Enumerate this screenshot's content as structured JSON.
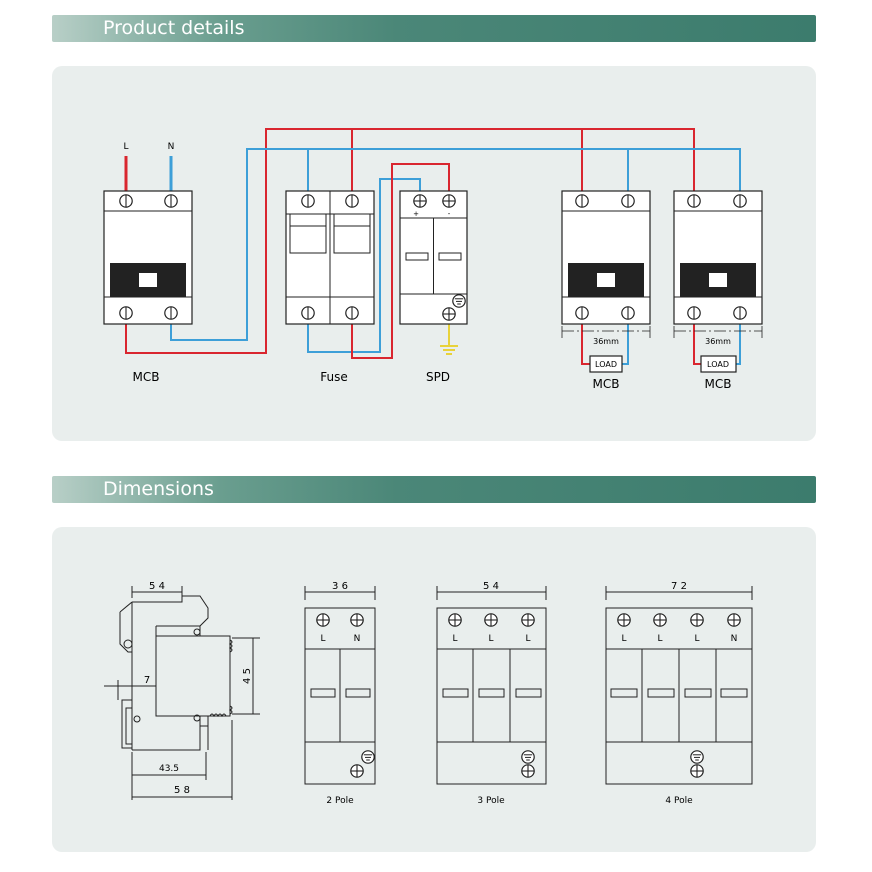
{
  "sections": {
    "product_details": "Product details",
    "dimensions": "Dimensions"
  },
  "wiring": {
    "terminal_L": "L",
    "terminal_N": "N",
    "mcb_label": "MCB",
    "fuse_label": "Fuse",
    "spd_label": "SPD",
    "spd_plus": "+",
    "spd_minus": "-",
    "load_label": "LOAD",
    "width_label": "36mm",
    "branch_labels": [
      "MCB",
      "MCB"
    ]
  },
  "side_view": {
    "top_width": "5 4",
    "height": "4 5",
    "depth_small": "7",
    "depth_mid": "43.5",
    "depth_total": "5 8"
  },
  "front_views": [
    {
      "width": "3 6",
      "terminals": [
        "L",
        "N"
      ],
      "caption": "2  Pole"
    },
    {
      "width": "5 4",
      "terminals": [
        "L",
        "L",
        "L"
      ],
      "caption": "3  Pole"
    },
    {
      "width": "7 2",
      "terminals": [
        "L",
        "L",
        "L",
        "N"
      ],
      "caption": "4  Pole"
    }
  ],
  "colors": {
    "live_wire": "#d9262f",
    "neutral_wire": "#3d9fd8",
    "earth_wire": "#e8d23a",
    "banner": "#3c7c6d",
    "panel": "#e9eeed"
  }
}
